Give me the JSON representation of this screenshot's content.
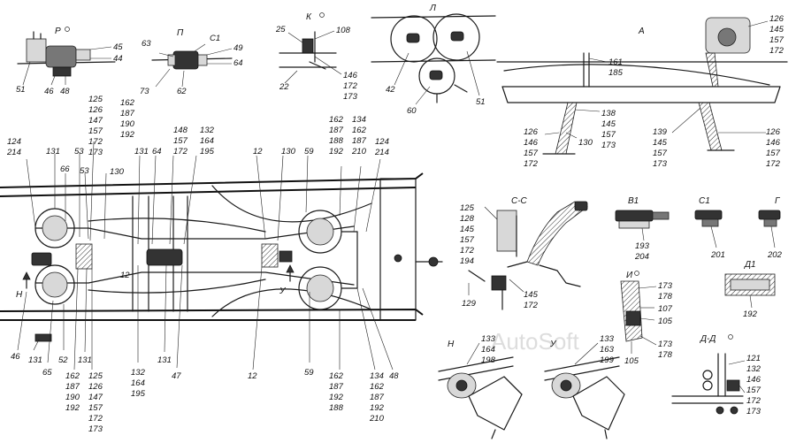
{
  "watermark": "AutoSoft",
  "sections": {
    "R": "Р",
    "P": "П",
    "K": "К",
    "L": "Л",
    "A": "А",
    "CC": "С-С",
    "V1": "В1",
    "C1": "С1",
    "G": "Г",
    "D1": "Д1",
    "I": "И",
    "N_view": "Н",
    "U_view": "У",
    "DD": "Д-Д",
    "N_arrow": "Н",
    "U_arrow": "У"
  },
  "callouts": {
    "r45": "45",
    "r44": "44",
    "r51": "51",
    "r46": "46",
    "r48": "48",
    "p63": "63",
    "pC1": "С1",
    "p49": "49",
    "p64": "64",
    "p73": "73",
    "p62": "62",
    "k25": "25",
    "k108": "108",
    "k22": "22",
    "k146": "146",
    "k172": "172",
    "k173": "173",
    "l42": "42",
    "l60": "60",
    "l51": "51",
    "a161": "161",
    "a185": "185",
    "a126t": "126",
    "a145t": "145",
    "a157t": "157",
    "a172t": "172",
    "a138": "138",
    "a145m": "145",
    "a157m": "157",
    "a173m": "173",
    "a126l": "126",
    "a146l": "146",
    "a157l": "157",
    "a172l": "172",
    "a130": "130",
    "a139": "139",
    "a145b": "145",
    "a157b": "157",
    "a173b": "173",
    "a126r": "126",
    "a146r": "146",
    "a157r": "157",
    "a172r": "172",
    "m125": "125",
    "m126": "126",
    "m147": "147",
    "m157": "157",
    "m172": "172",
    "m173": "173",
    "m162": "162",
    "m187": "187",
    "m190": "190",
    "m192": "192",
    "m124a": "124",
    "m214a": "214",
    "m131a": "131",
    "m66": "66",
    "m53a": "53",
    "m53b": "53",
    "m130a": "130",
    "m131b": "131",
    "m64": "64",
    "m148": "148",
    "m157b": "157",
    "m172b": "172",
    "m132": "132",
    "m164": "164",
    "m195": "195",
    "m12a": "12",
    "m130b": "130",
    "m59a": "59",
    "m162b": "162",
    "m187b": "187",
    "m188": "188",
    "m192b": "192",
    "m134": "134",
    "m162c": "162",
    "m187c": "187",
    "m210": "210",
    "m124b": "124",
    "m214b": "214",
    "m12b": "12",
    "m46": "46",
    "m131c": "131",
    "m65": "65",
    "m52": "52",
    "m131d": "131",
    "m162d": "162",
    "m187d": "187",
    "m190d": "190",
    "m192d": "192",
    "m125e": "125",
    "m126e": "126",
    "m147e": "147",
    "m157e": "157",
    "m172e": "172",
    "m173e": "173",
    "m132f": "132",
    "m164f": "164",
    "m195f": "195",
    "m131f": "131",
    "m47": "47",
    "m12c": "12",
    "m59b": "59",
    "m162g": "162",
    "m187g": "187",
    "m192g": "192",
    "m188g": "188",
    "m134h": "134",
    "m162h": "162",
    "m187h": "187",
    "m192h": "192",
    "m210h": "210",
    "m48": "48",
    "c125": "125",
    "c128": "128",
    "c145": "145",
    "c157": "157",
    "c172": "172",
    "c194": "194",
    "c129": "129",
    "c145b": "145",
    "c172b": "172",
    "v193": "193",
    "v204": "204",
    "c201": "201",
    "g202": "202",
    "d192": "192",
    "i173": "173",
    "i178": "178",
    "i107": "107",
    "i105": "105",
    "i173b": "173",
    "i178b": "178",
    "i105b": "105",
    "n133": "133",
    "n164": "164",
    "n198": "198",
    "u133": "133",
    "u163": "163",
    "u199": "199",
    "dd121": "121",
    "dd132": "132",
    "dd146": "146",
    "dd157": "157",
    "dd172": "172",
    "dd173": "173"
  }
}
